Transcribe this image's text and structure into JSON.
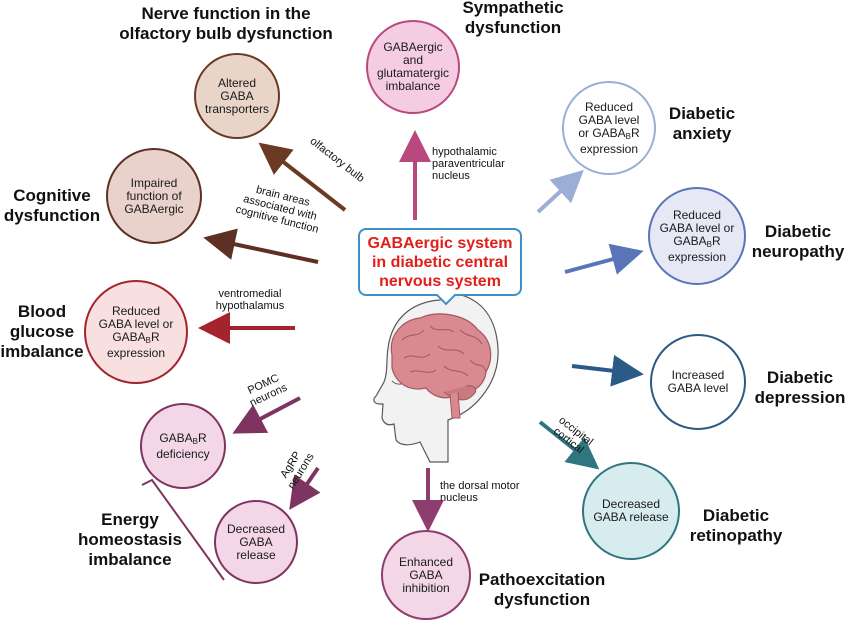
{
  "central": {
    "title": "GABAergic system in diabetic central nervous system"
  },
  "conditions": {
    "olfactory": "Nerve function in the olfactory bulb dysfunction",
    "sympathetic": "Sympathetic dysfunction",
    "anxiety": "Diabetic anxiety",
    "neuropathy": "Diabetic neuropathy",
    "depression": "Diabetic depression",
    "retinopathy": "Diabetic retinopathy",
    "pathoexcitation": "Pathoexcitation dysfunction",
    "energy": "Energy homeostasis imbalance",
    "glucose": "Blood glucose imbalance",
    "cognitive": "Cognitive dysfunction"
  },
  "nodes": {
    "olfactory": "Altered GABA transporters",
    "sympathetic": "GABAergic and glutamatergic imbalance",
    "anxiety_pre": "Reduced GABA level or GABA",
    "anxiety_sub": "B",
    "anxiety_post": "R expression",
    "neuropathy_pre": "Reduced GABA level or GABA",
    "neuropathy_sub": "B",
    "neuropathy_post": "R expression",
    "depression": "Increased GABA level",
    "retinopathy": "Decreased GABA release",
    "pathoexcitation": "Enhanced GABA inhibition",
    "agrp": "Decreased GABA release",
    "pomc_pre": "GABA",
    "pomc_sub": "B",
    "pomc_post": "R deficiency",
    "glucose_pre": "Reduced GABA level or GABA",
    "glucose_sub": "B",
    "glucose_post": "R expression",
    "cognitive": "Impaired function of GABAergic"
  },
  "regions": {
    "olfactory": "olfactory bulb",
    "sympathetic": "hypothalamic paraventricular nucleus",
    "retinopathy": "occipital cortical",
    "pathoexcitation": "the dorsal motor nucleus",
    "agrp": "AgRP neurons",
    "pomc": "POMC neurons",
    "glucose": "ventromedial hypothalamus",
    "cognitive": "brain areas associated with cognitive function"
  },
  "colors": {
    "olfactory": "#6b3a22",
    "sympathetic": "#b8487e",
    "anxiety": "#9aaed6",
    "neuropathy": "#5a74b8",
    "depression": "#2b5a86",
    "retinopathy": "#2f7680",
    "pathoexcitation": "#8d3d6e",
    "energy": "#7e3460",
    "glucose": "#a3242c",
    "cognitive": "#5e3024",
    "central_border": "#3f90c8",
    "central_text": "#e0201b",
    "brain": "#d98a90",
    "head": "#f2f2f2"
  }
}
